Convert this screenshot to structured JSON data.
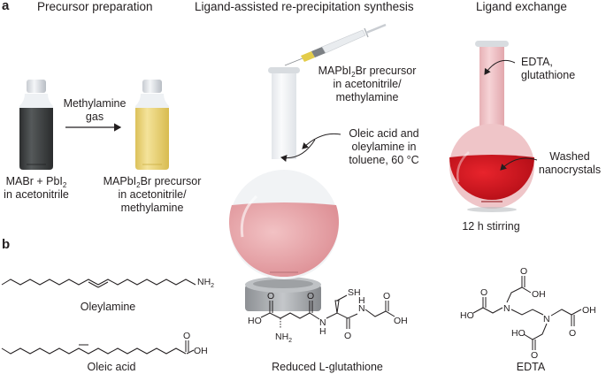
{
  "panel_a": {
    "label": "a",
    "sections": {
      "precursor": {
        "title": "Precursor preparation"
      },
      "larp": {
        "title": "Ligand-assisted re-precipitation synthesis"
      },
      "exchange": {
        "title": "Ligand exchange"
      }
    },
    "precursor_prep": {
      "arrow_label_line1": "Methylamine",
      "arrow_label_line2": "gas",
      "vial1_label_line1_a": "MABr + PbI",
      "vial1_label_line1_sub": "2",
      "vial1_label_line2": "in acetonitrile",
      "vial2_label_line1_a": "MAPbI",
      "vial2_label_line1_sub": "2",
      "vial2_label_line1_b": "Br precursor",
      "vial2_label_line2": "in acetonitrile/",
      "vial2_label_line3": "methylamine"
    },
    "larp": {
      "syringe_label_line1_a": "MAPbI",
      "syringe_label_line1_sub": "2",
      "syringe_label_line1_b": "Br precursor",
      "syringe_label_line2": "in acetonitrile/",
      "syringe_label_line3": "methylamine",
      "flask_label_line1": "Oleic acid and",
      "flask_label_line2": "oleylamine in",
      "flask_label_line3": "toluene, 60 °C"
    },
    "exchange": {
      "top_label_line1": "EDTA,",
      "top_label_line2": "glutathione",
      "flask_label_line1": "Washed",
      "flask_label_line2": "nanocrystals",
      "bottom_label": "12 h stirring"
    },
    "colors": {
      "dark_solution": "#3d3f40",
      "yellow_solution": "#e8d27a",
      "pink_solution": "#e8a7ab",
      "red_solution": "#d0141e",
      "glass": "#eef1f4",
      "stirrer_plate": "#9a9da1"
    }
  },
  "panel_b": {
    "label": "b",
    "molecules": {
      "oleylamine": {
        "name": "Oleylamine",
        "group": "NH",
        "group_sub": "2"
      },
      "oleic_acid": {
        "name": "Oleic acid",
        "o": "O",
        "oh": "OH"
      },
      "glutathione": {
        "name": "Reduced L-glutathione",
        "ho": "HO",
        "o": "O",
        "nh2": "NH",
        "nh2_sub": "2",
        "n": "N",
        "h": "H",
        "sh": "SH",
        "oh": "OH"
      },
      "edta": {
        "name": "EDTA",
        "ho": "HO",
        "oh": "OH",
        "o": "O",
        "n": "N"
      }
    }
  }
}
